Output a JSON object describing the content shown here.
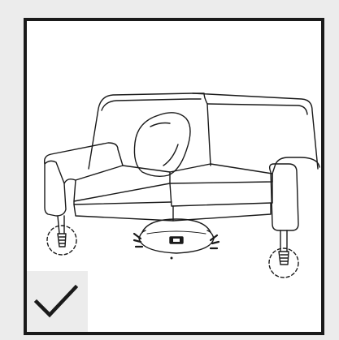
{
  "figure": {
    "subject": "sofa-with-robot-vacuum-underneath",
    "highlighted_parts": [
      "left-front-leg",
      "right-front-leg"
    ],
    "status_icon": "checkmark-icon",
    "colors": {
      "frame": "#1a1a1a",
      "background": "#ececec",
      "panel": "#ffffff",
      "line_art": "#1a1a1a",
      "check_box": "#ececec"
    }
  }
}
